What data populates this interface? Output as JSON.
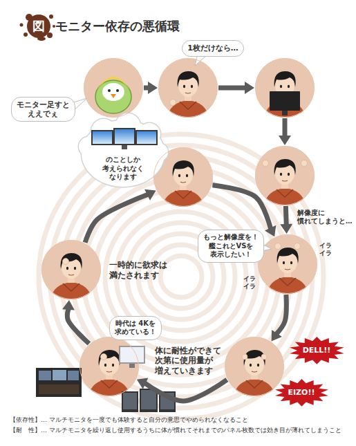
{
  "diagram": {
    "title": "モニター依存の悪循環",
    "nodes": [
      {
        "text": [
          "モニター足すと ええでぇ"
        ]
      },
      {
        "text": [
          "1枚だけなら…"
        ]
      },
      {
        "text": []
      },
      {
        "text": [
          "解像度に 慣れてしまうと…"
        ]
      },
      {
        "text": [
          "もっと解像度を！ 艦これとVSを 表示したい！"
        ]
      },
      {
        "text": []
      },
      {
        "text": [
          "時代は 4Kを 求めている！",
          "体に耐性ができて 次第に使用量が 増えていきます"
        ]
      },
      {
        "text": [
          "一時的に欲求は 満たされます"
        ]
      },
      {
        "text": [
          "のことしか 考えられなく なります"
        ]
      },
      {
        "text": [
          "DELL!!"
        ]
      },
      {
        "text": [
          "EIZO!!"
        ]
      }
    ],
    "edges": [
      {
        "from": 0,
        "to": 1,
        "arrow": "to"
      },
      {
        "from": 1,
        "to": 2,
        "arrow": "to"
      },
      {
        "from": 2,
        "to": 3,
        "arrow": "to"
      },
      {
        "from": 3,
        "to": 4,
        "arrow": "to"
      },
      {
        "from": 4,
        "to": 5,
        "arrow": "to"
      },
      {
        "from": 5,
        "to": 6,
        "arrow": "to"
      },
      {
        "from": 6,
        "to": 7,
        "arrow": "to"
      },
      {
        "from": 7,
        "to": 8,
        "arrow": "to"
      },
      {
        "from": 8,
        "to": 4,
        "arrow": "to"
      }
    ],
    "labels": [
      "図",
      "イラ イラ",
      "イラ イラ",
      "【依存性】… マルチモニタを一度でも体験すると自分の意思でやめられなくなること",
      "【耐　性】… マルチモニタを繰り返し使用するうちに体が慣れてそれまでのパネル枚数では効き目が薄れてしまうこと"
    ]
  }
}
